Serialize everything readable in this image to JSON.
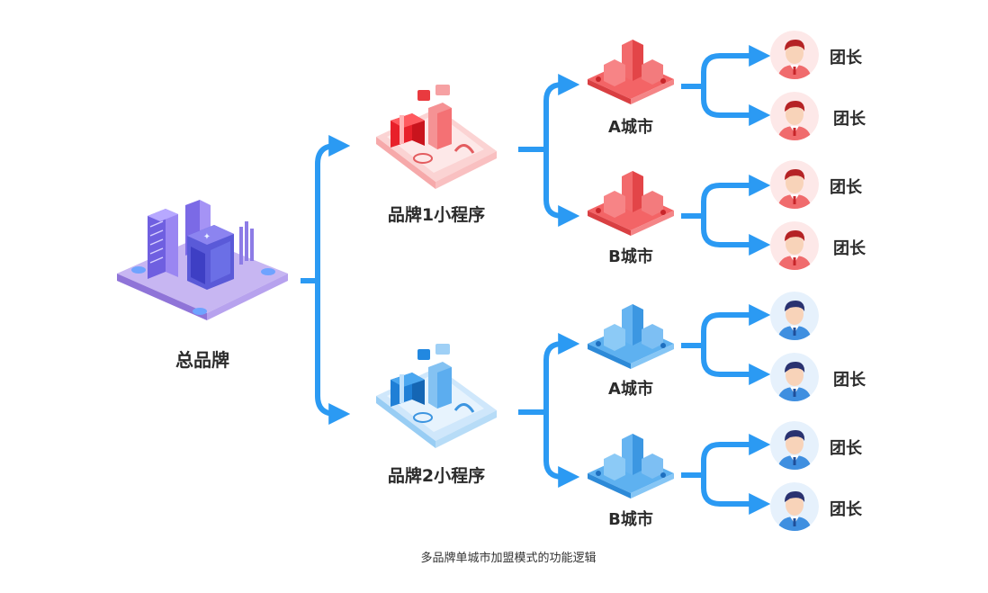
{
  "root": {
    "label": "总品牌"
  },
  "brands": [
    {
      "label": "品牌1小程序",
      "theme": "red"
    },
    {
      "label": "品牌2小程序",
      "theme": "blue"
    }
  ],
  "cities": [
    {
      "label": "A城市",
      "theme": "red"
    },
    {
      "label": "B城市",
      "theme": "red"
    },
    {
      "label": "A城市",
      "theme": "blue"
    },
    {
      "label": "B城市",
      "theme": "blue"
    }
  ],
  "leaders": [
    {
      "label": "团长",
      "theme": "red"
    },
    {
      "label": "团长",
      "theme": "red"
    },
    {
      "label": "团长",
      "theme": "red"
    },
    {
      "label": "团长",
      "theme": "red"
    },
    {
      "label": "",
      "theme": "blue"
    },
    {
      "label": "团长",
      "theme": "blue"
    },
    {
      "label": "团长",
      "theme": "blue"
    },
    {
      "label": "团长",
      "theme": "blue"
    }
  ],
  "caption": "多品牌单城市加盟模式的功能逻辑",
  "colors": {
    "arrow": "#2b9af3",
    "red_theme": "#f0595b",
    "blue_theme": "#4aa5ec",
    "root_building": "#9c7be0",
    "text": "#2b2b2b"
  }
}
